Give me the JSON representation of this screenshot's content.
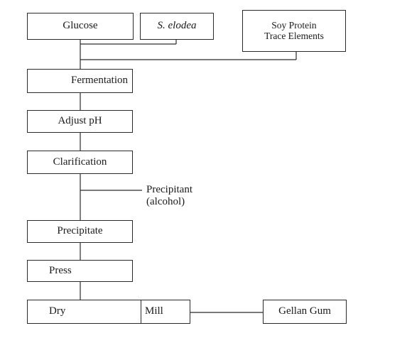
{
  "inputs": {
    "glucose": "Glucose",
    "organism": "S. elodea",
    "nutrients": [
      "Soy Protein",
      "Trace Elements"
    ]
  },
  "steps": {
    "fermentation": "Fermentation",
    "adjust_ph": "Adjust pH",
    "clarification": "Clarification",
    "precipitant": [
      "Precipitant",
      "(alcohol)"
    ],
    "precipitate": "Precipitate",
    "press": "Press",
    "dry": "Dry",
    "mill": "Mill",
    "product": "Gellan Gum"
  }
}
